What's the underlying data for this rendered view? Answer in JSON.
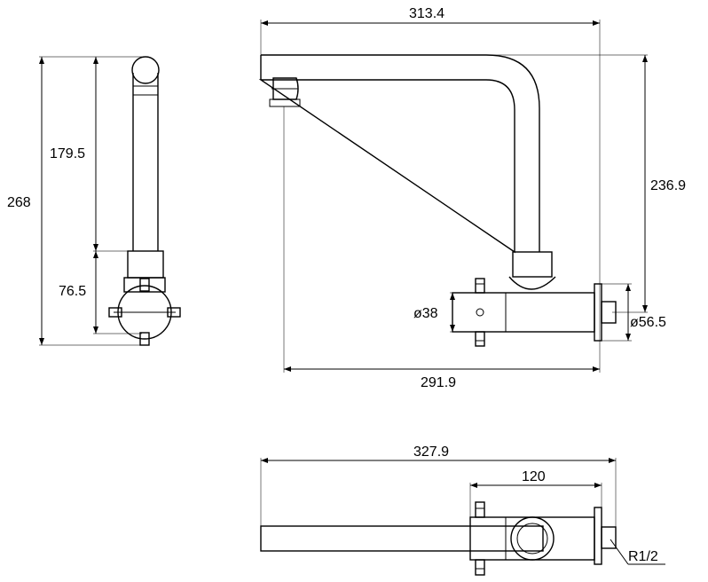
{
  "dimensions": {
    "side_total_height": "268",
    "side_upper_height": "179.5",
    "side_lower_height": "76.5",
    "front_top_width": "313.4",
    "front_right_height": "236.9",
    "front_body_diameter": "ø38",
    "front_flange_diameter": "ø56.5",
    "front_bottom_width": "291.9",
    "plan_total_width": "327.9",
    "plan_body_width": "120",
    "plan_thread": "R1/2"
  }
}
